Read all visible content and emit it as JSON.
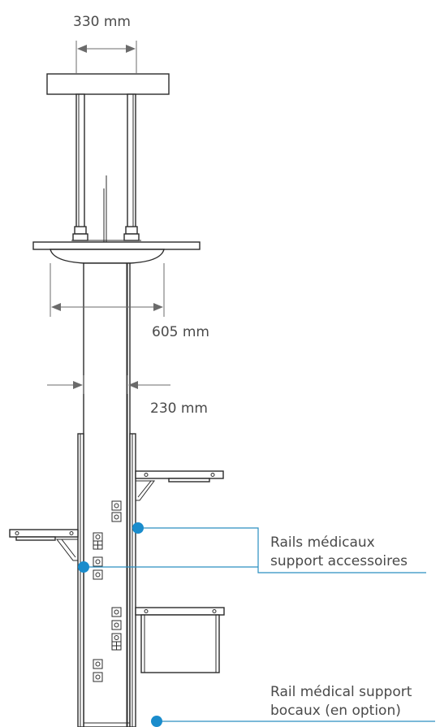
{
  "dimensions": {
    "top_width": "330 mm",
    "shelf_width": "605 mm",
    "column_width": "230 mm"
  },
  "callouts": {
    "accessory_rails": {
      "line1": "Rails médicaux",
      "line2": "support accessoires"
    },
    "jar_rail": {
      "line1": "Rail médical support",
      "line2": "bocaux (en option)"
    }
  },
  "colors": {
    "accent": "#1a8ccc",
    "line": "#2b2b2b",
    "dimension": "#6b6b6b",
    "text": "#4a4a4a"
  }
}
